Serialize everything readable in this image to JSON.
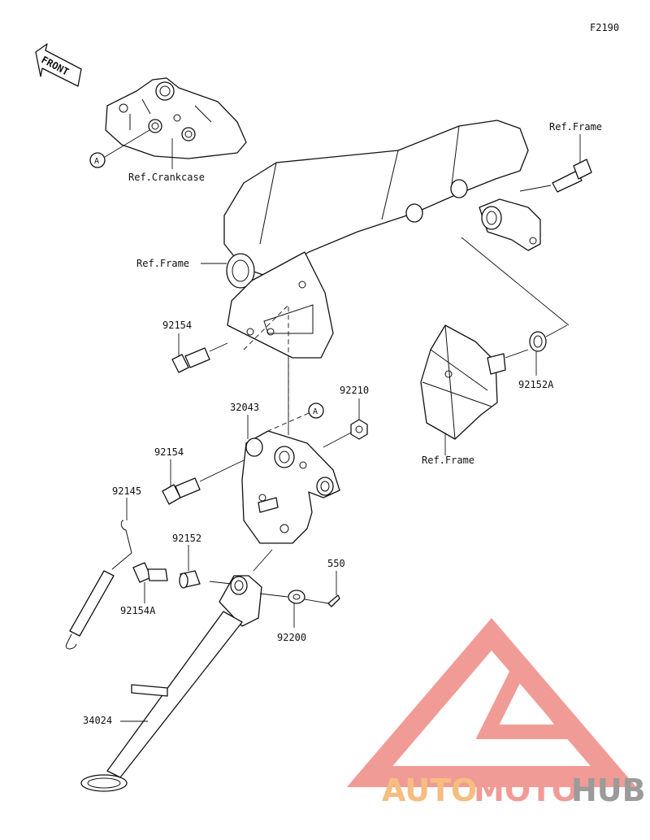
{
  "figure_code": "F2190",
  "front_arrow_label": "FRONT",
  "reference_callout": "A",
  "colors": {
    "line": "#111111",
    "watermark_red": "#ef8a84",
    "watermark_orange": "#f5b26b",
    "watermark_gray": "#8a8a8a"
  },
  "labels": {
    "ref_crankcase": "Ref.Crankcase",
    "ref_frame_top": "Ref.Frame",
    "ref_frame_left": "Ref.Frame",
    "ref_frame_bracket": "Ref.Frame",
    "p92154_top": "92154",
    "p92152A": "92152A",
    "p32043": "32043",
    "p92210": "92210",
    "p92154_mid": "92154",
    "p92145": "92145",
    "p92152": "92152",
    "p92154A": "92154A",
    "p550": "550",
    "p92200": "92200",
    "p34024": "34024"
  },
  "watermark": {
    "part1": "AUTO",
    "part2": "MOTO",
    "part3": "HUB"
  }
}
